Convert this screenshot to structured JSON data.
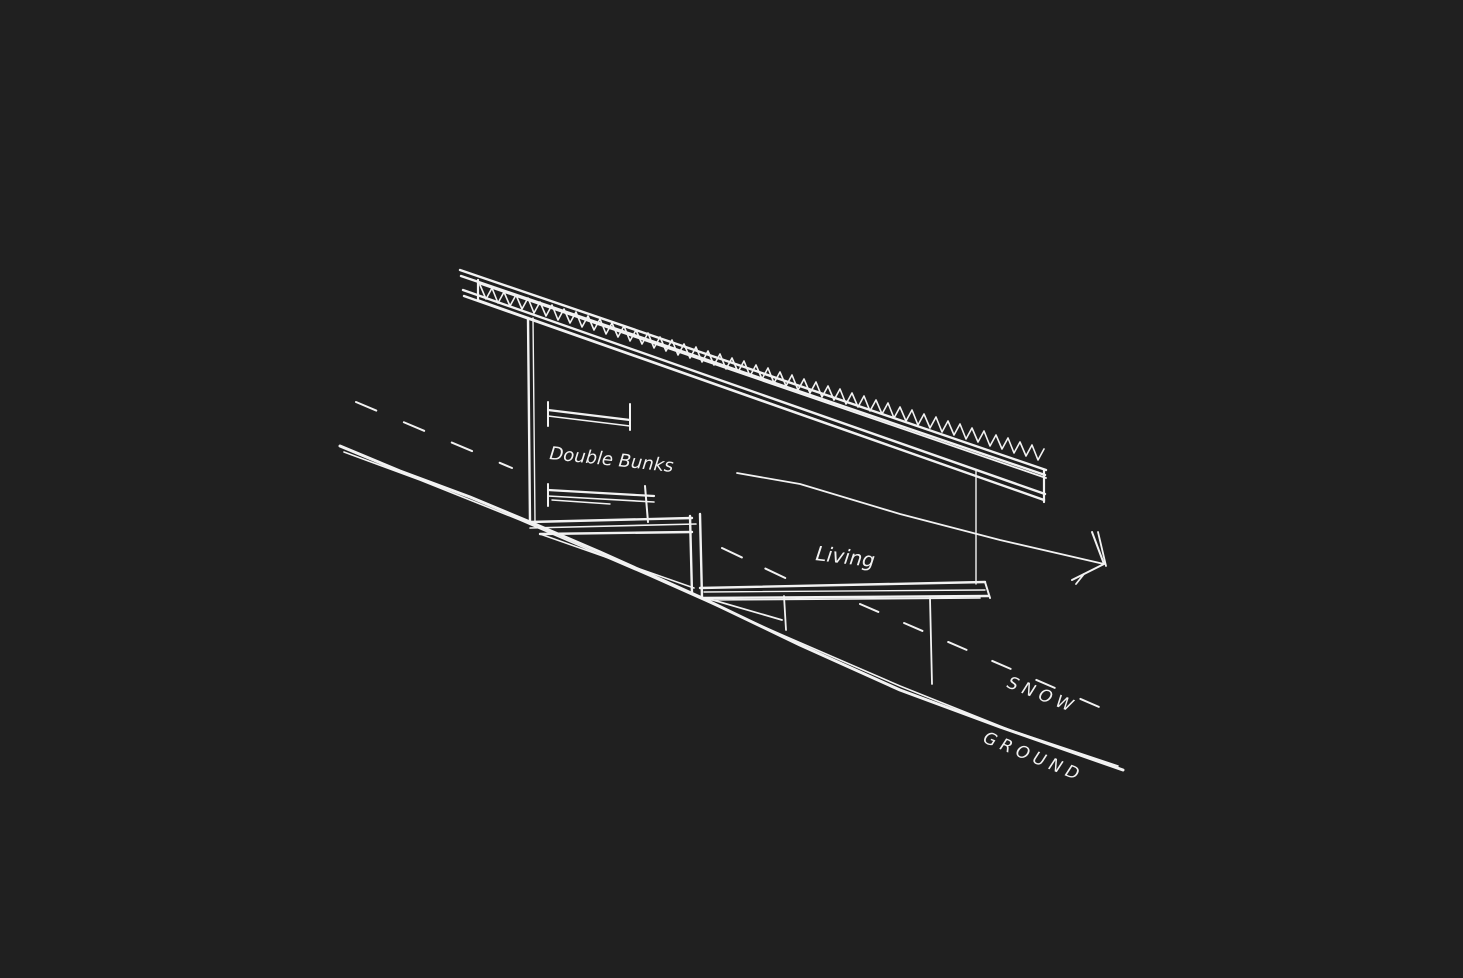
{
  "colors": {
    "background": "#202020",
    "ink": "#f2f2f2"
  },
  "labels": {
    "double_bunks": "Double Bunks",
    "living": "Living",
    "snow": "SNOW",
    "ground": "GROUND"
  }
}
